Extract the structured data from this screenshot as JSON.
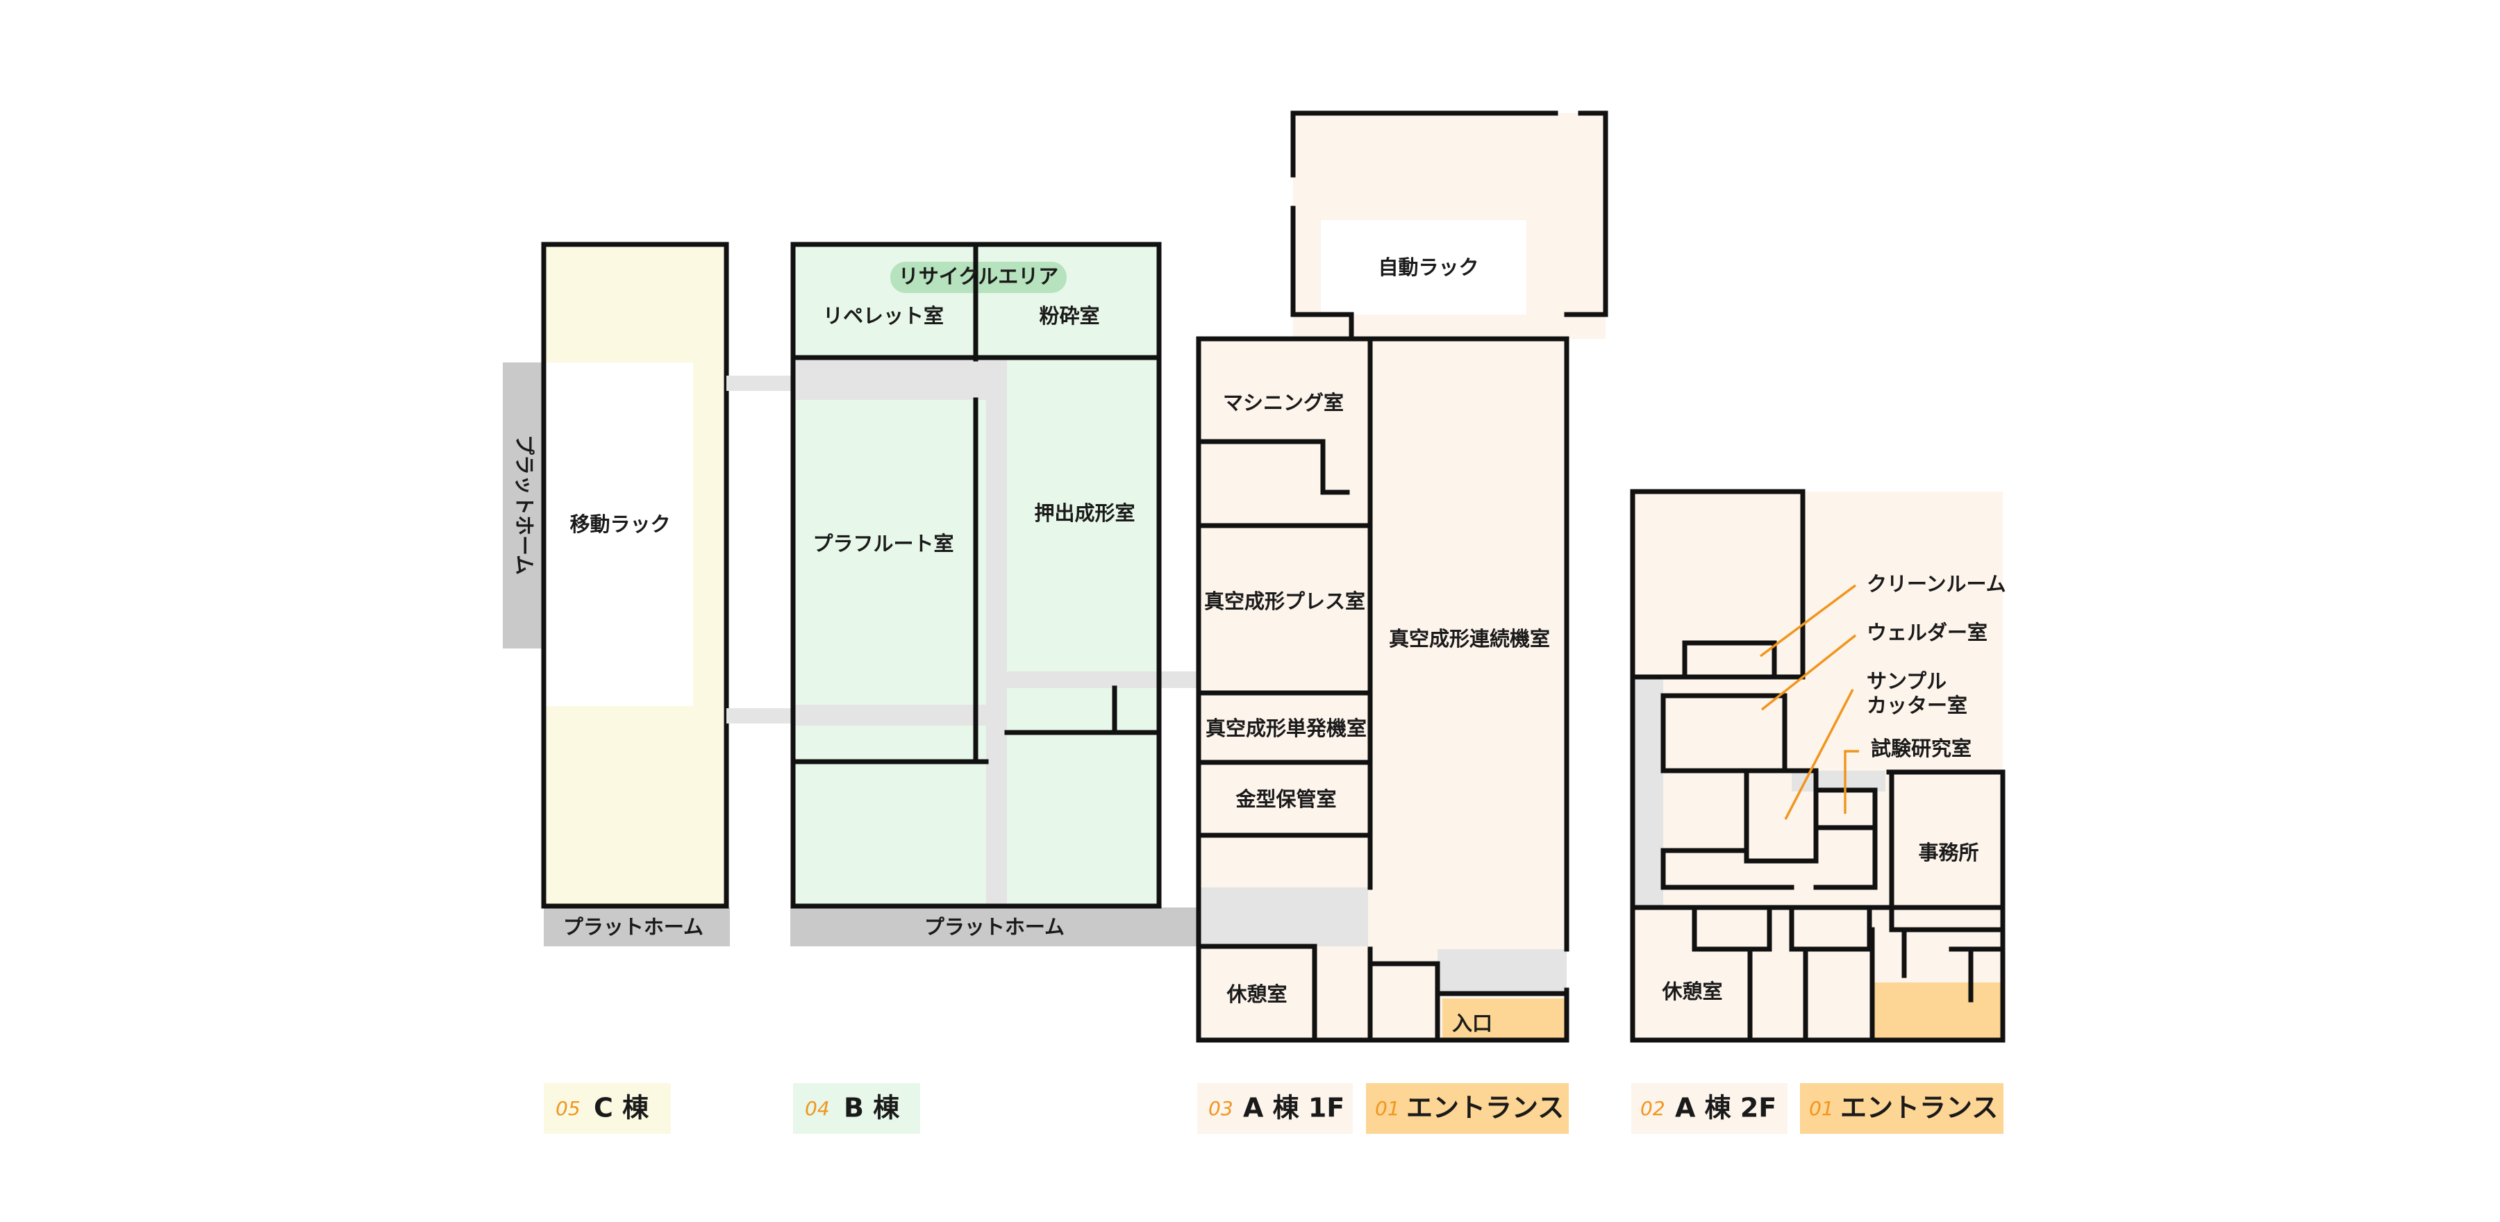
{
  "colors": {
    "building_c": "#fbf9e2",
    "building_b": "#e7f7e9",
    "building_a": "#fdf4ec",
    "entrance": "#fdd594",
    "platform": "#c9c9c9",
    "corridor": "#e4e4e4",
    "recycle_badge": "#b6e2bd",
    "callout_line": "#f0961e",
    "wall": "#111111"
  },
  "building_c": {
    "platform_side": "プラットホーム",
    "moving_rack": "移動ラック",
    "platform_bottom": "プラットホーム"
  },
  "building_b": {
    "recycle_area": "リサイクルエリア",
    "repellet_room": "リペレット室",
    "crushing_room": "粉砕室",
    "plaflute_room": "プラフルート室",
    "extrusion_room": "押出成形室",
    "platform_bottom": "プラットホーム"
  },
  "building_a_1f": {
    "auto_rack": "自動ラック",
    "machining_room": "マシニング室",
    "vacuum_press_room": "真空成形プレス室",
    "vacuum_continuous_room": "真空成形連続機室",
    "vacuum_single_room": "真空成形単発機室",
    "mold_storage_room": "金型保管室",
    "break_room": "休憩室",
    "entrance_label": "入口"
  },
  "building_a_2f": {
    "clean_room": "クリーンルーム",
    "welder_room": "ウェルダー室",
    "sample_cutter_line1": "サンプル",
    "sample_cutter_line2": "カッター室",
    "test_lab": "試験研究室",
    "office": "事務所",
    "break_room": "休憩室"
  },
  "legend": [
    {
      "num": "05",
      "label": "C 棟",
      "color": "#fbf9e2"
    },
    {
      "num": "04",
      "label": "B 棟",
      "color": "#e7f7e9"
    },
    {
      "num": "03",
      "label": "A 棟 1F",
      "color": "#fdf4ec"
    },
    {
      "num": "01",
      "label": "エントランス",
      "color": "#fdd594"
    },
    {
      "num": "02",
      "label": "A 棟 2F",
      "color": "#fdf4ec"
    },
    {
      "num": "01",
      "label": "エントランス",
      "color": "#fdd594"
    }
  ]
}
